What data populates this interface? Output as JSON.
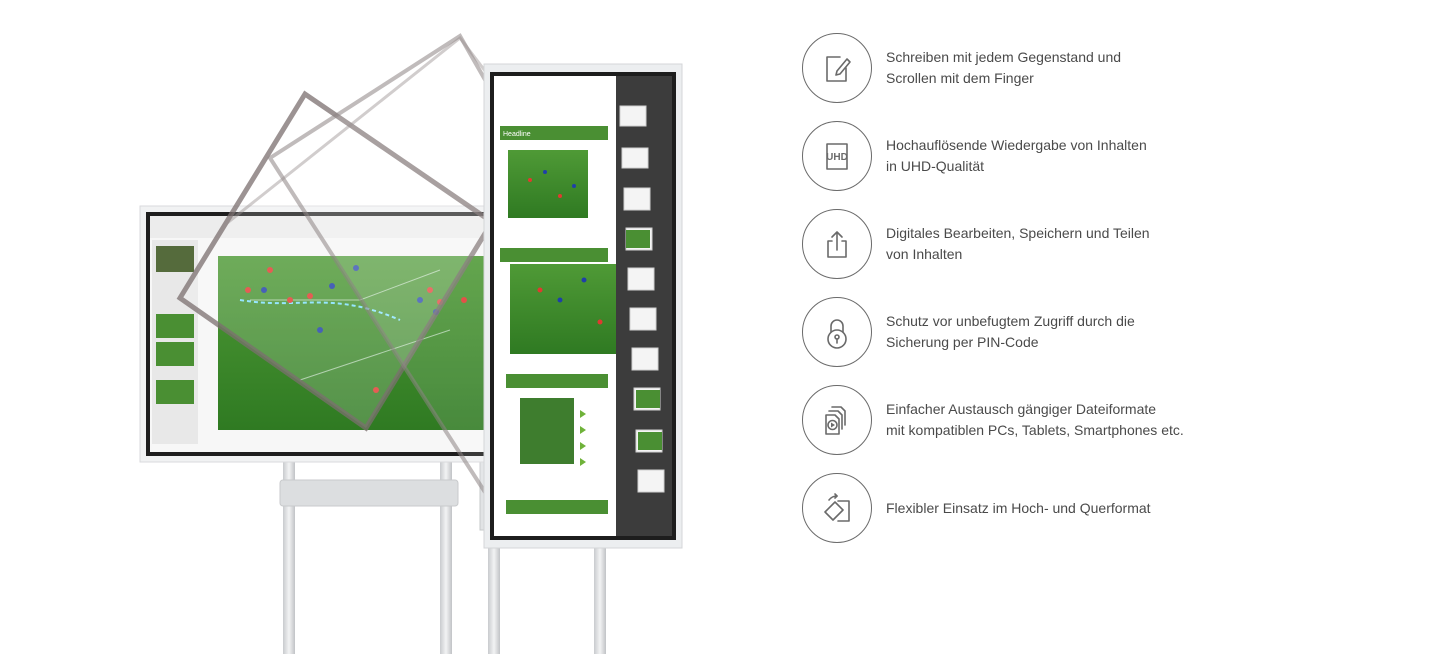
{
  "features": [
    {
      "icon": "pen-on-paper-icon",
      "lines": [
        "Schreiben mit jedem Gegenstand und",
        "Scrollen mit dem Finger"
      ]
    },
    {
      "icon": "uhd-display-icon",
      "icon_text": "UHD",
      "lines": [
        "Hochauflösende Wiedergabe von Inhalten",
        "in UHD-Qualität"
      ]
    },
    {
      "icon": "share-icon",
      "lines": [
        "Digitales Bearbeiten, Speichern und Teilen",
        "von Inhalten"
      ]
    },
    {
      "icon": "lock-icon",
      "lines": [
        "Schutz vor unbefugtem Zugriff durch die",
        "Sicherung per PIN-Code"
      ]
    },
    {
      "icon": "file-formats-icon",
      "lines": [
        "Einfacher Austausch gängiger Dateiformate",
        "mit kompatiblen PCs, Tablets, Smartphones etc."
      ]
    },
    {
      "icon": "rotate-orientation-icon",
      "lines": [
        "Flexibler Einsatz im Hoch- und Querformat"
      ]
    }
  ],
  "slides": {
    "heading": "Headline"
  },
  "colors": {
    "icon_stroke": "#6a6a6a",
    "text": "#4a4a4a",
    "pitch_green": "#3f8d2c",
    "accent_green": "#6fb23a",
    "frame": "#e9eaec"
  }
}
